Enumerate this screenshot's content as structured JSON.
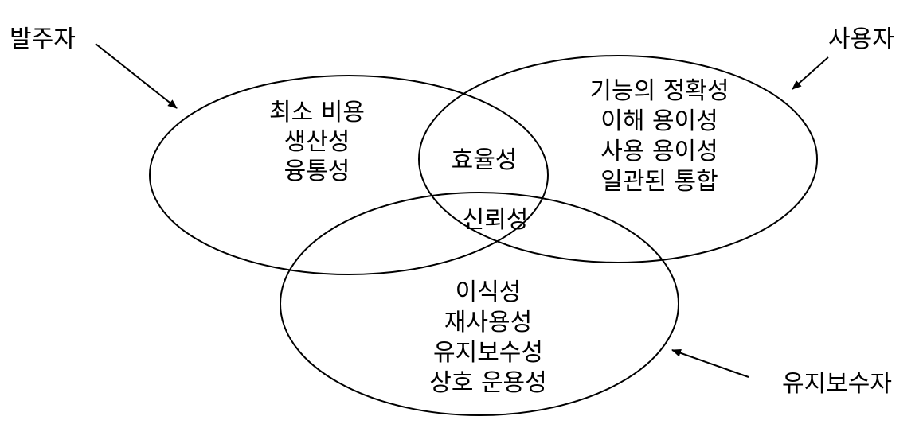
{
  "stakeholders": {
    "client": "발주자",
    "user": "사용자",
    "maintainer": "유지보수자"
  },
  "regions": {
    "client_only": [
      "최소 비용",
      "생산성",
      "융통성"
    ],
    "client_user_overlap": "효율성",
    "center_overlap": "신뢰성",
    "user_only": [
      "기능의 정확성",
      "이해 용이성",
      "사용 용이성",
      "일관된 통합"
    ],
    "maintainer_only": [
      "이식성",
      "재사용성",
      "유지보수성",
      "상호 운용성"
    ]
  },
  "colors": {
    "stroke": "#000000",
    "text": "#000000",
    "background": "#ffffff"
  }
}
